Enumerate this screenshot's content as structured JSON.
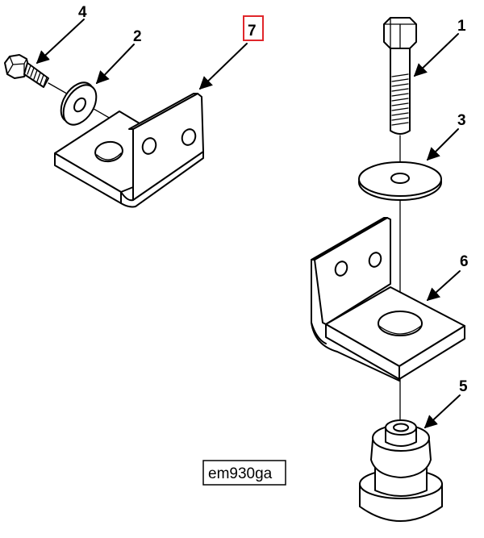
{
  "diagram": {
    "callouts": [
      {
        "id": "1",
        "label": "1"
      },
      {
        "id": "2",
        "label": "2"
      },
      {
        "id": "3",
        "label": "3"
      },
      {
        "id": "4",
        "label": "4"
      },
      {
        "id": "5",
        "label": "5"
      },
      {
        "id": "6",
        "label": "6"
      },
      {
        "id": "7",
        "label": "7",
        "highlighted": true
      }
    ],
    "figure_code": "em930ga",
    "highlight_color": "#e0262b"
  }
}
